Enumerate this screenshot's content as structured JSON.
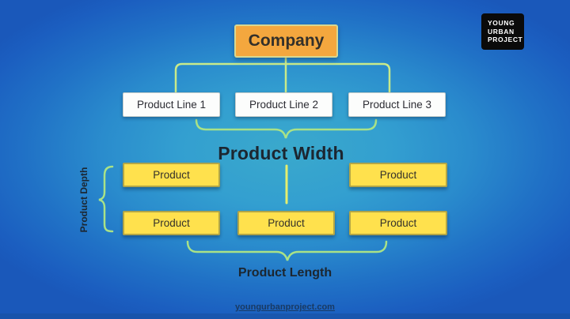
{
  "org": {
    "company": "Company",
    "product_lines": [
      "Product Line 1",
      "Product Line 2",
      "Product Line 3"
    ],
    "products_row1": [
      "Product",
      "Product"
    ],
    "products_row2": [
      "Product",
      "Product",
      "Product"
    ],
    "width_label": "Product Width",
    "depth_label": "Product Depth",
    "length_label": "Product Length"
  },
  "logo": {
    "lines": [
      "YOUNG",
      "URBAN",
      "PROJECT"
    ]
  },
  "footer": {
    "url": "youngurbanproject.com"
  },
  "colors": {
    "background_center": "#3aa9cc",
    "background_edge": "#1a58ba",
    "tree_line": "#c8ea8a",
    "brace_line": "#a9e287",
    "mid_line": "#e5ee6e",
    "company_fill": "#f4a73e",
    "product_line_fill": "#fcfdfc",
    "product_fill": "#ffe14d",
    "logo_bg": "#0a0a0a",
    "text_dark": "#1c2630"
  }
}
